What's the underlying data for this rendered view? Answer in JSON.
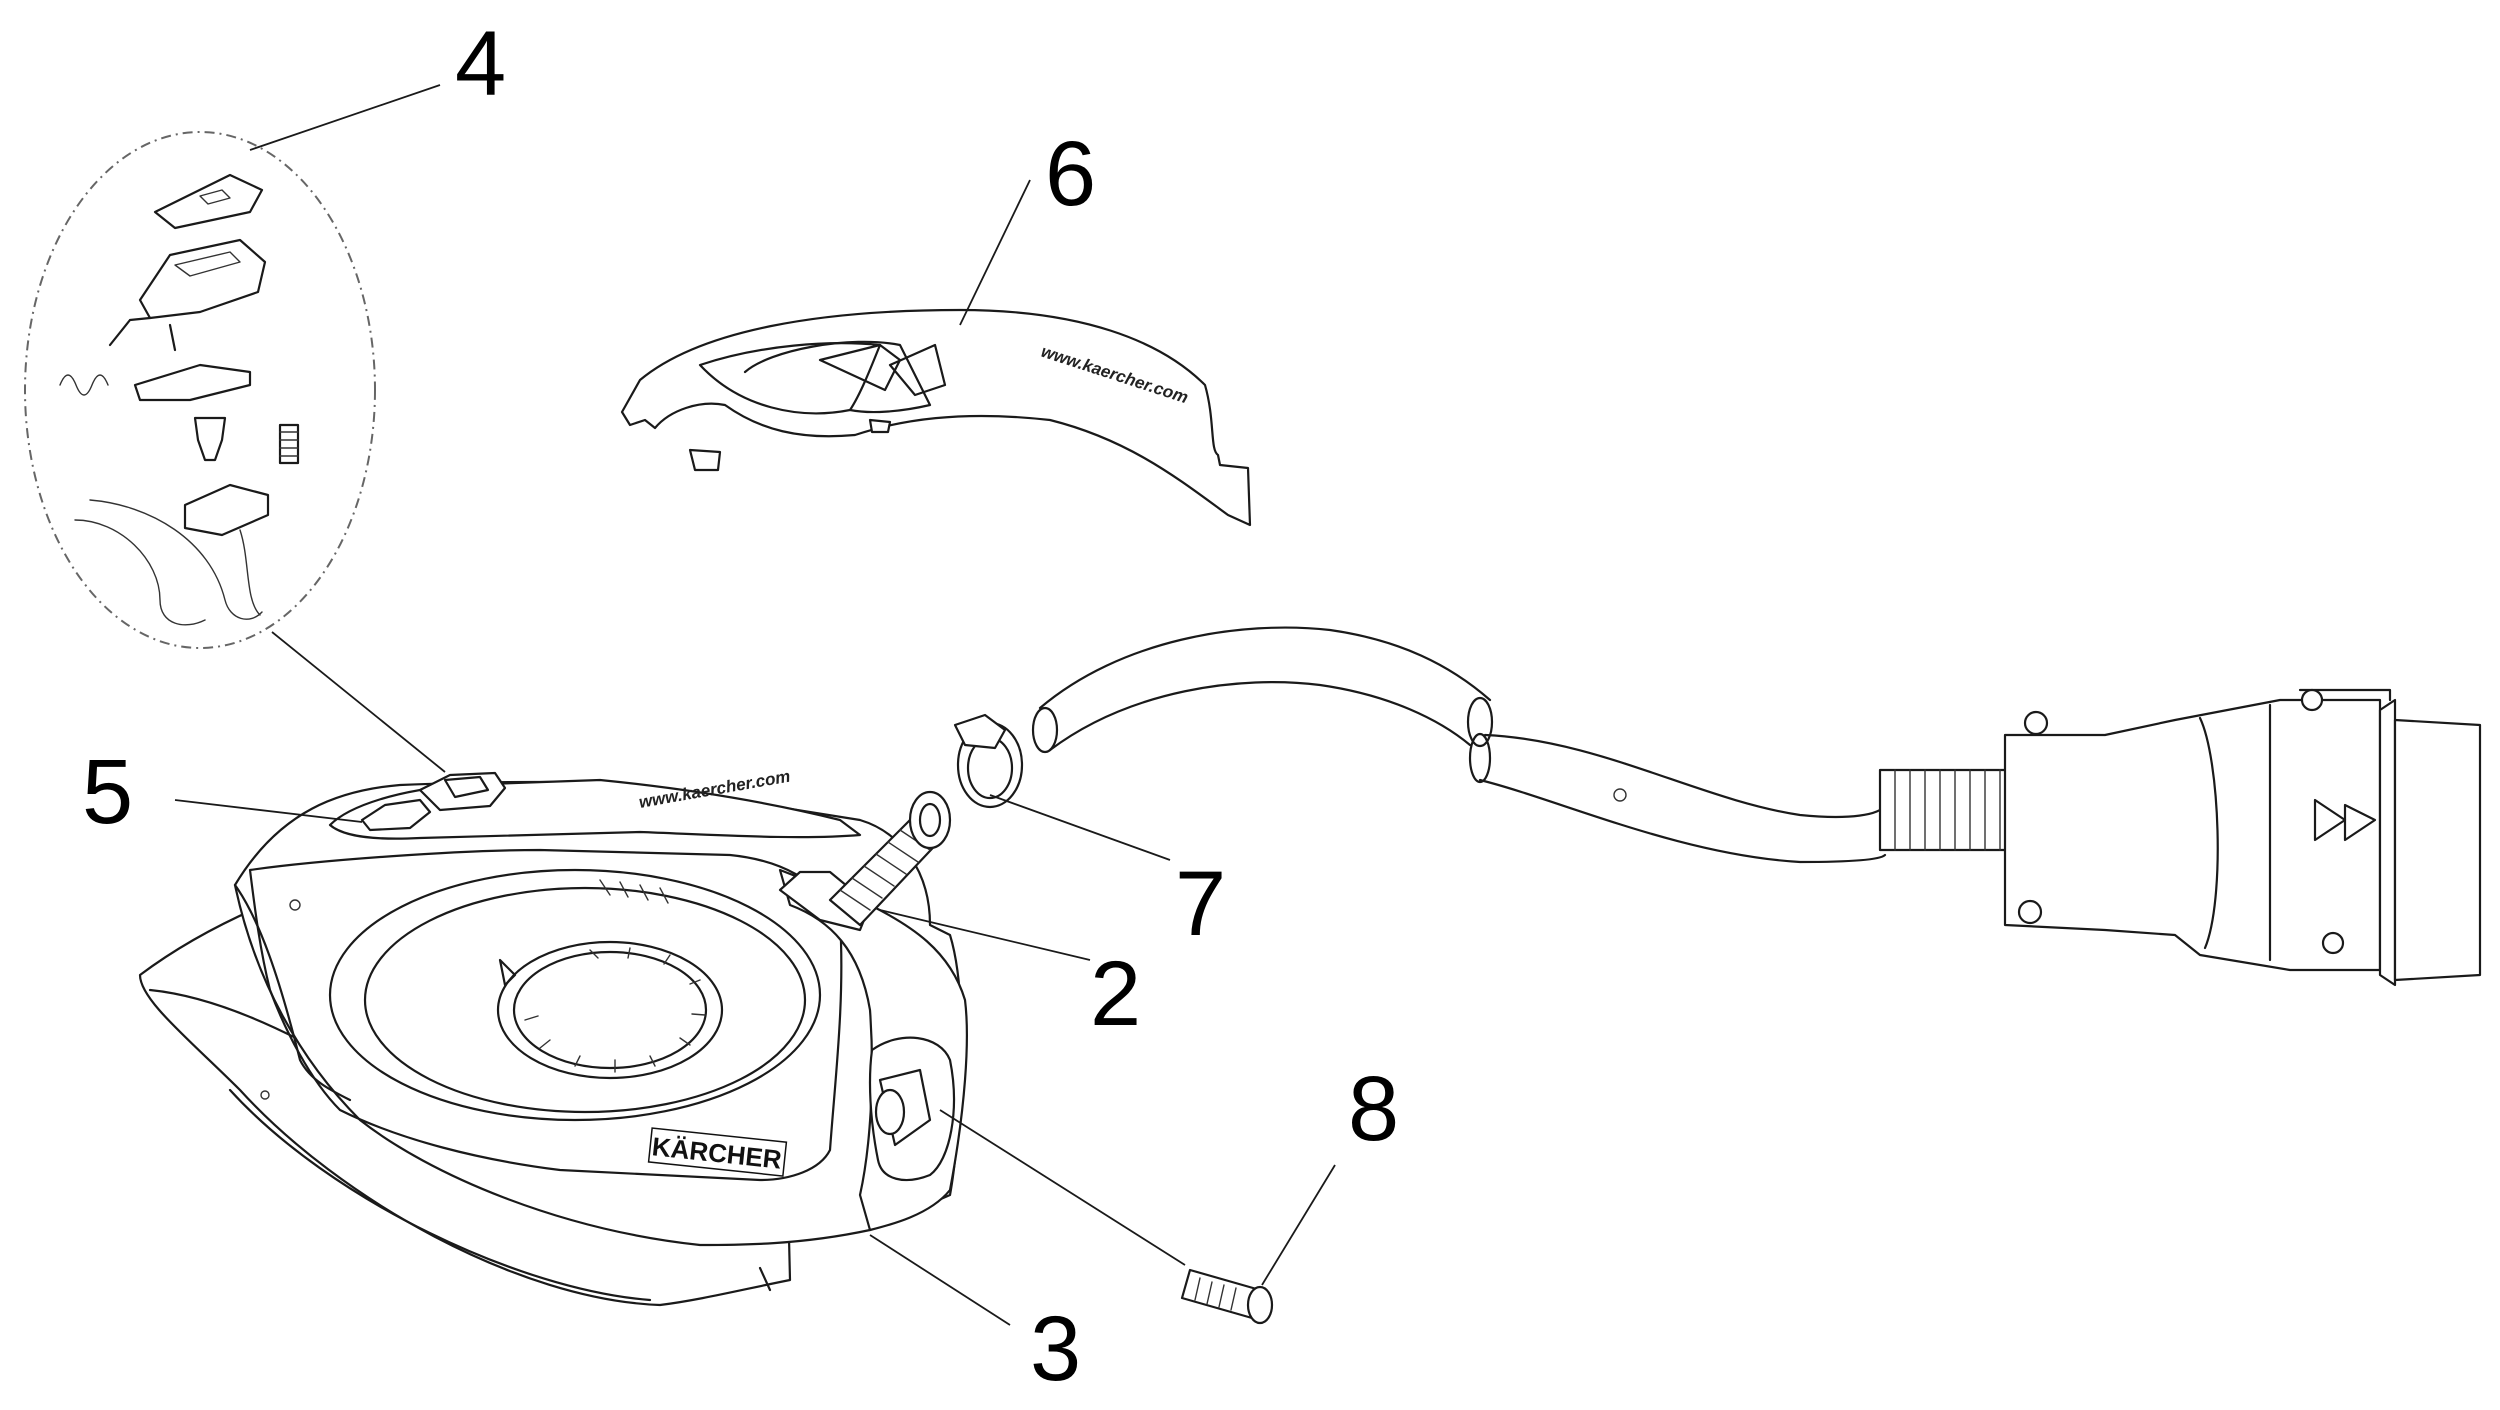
{
  "callouts": {
    "c2": "2",
    "c3": "3",
    "c4": "4",
    "c5": "5",
    "c6": "6",
    "c7": "7",
    "c8": "8"
  },
  "markings": {
    "brand_on_iron": "KÄRCHER",
    "url_on_iron": "www.kaercher.com",
    "url_on_cover": "www.kaercher.com"
  }
}
